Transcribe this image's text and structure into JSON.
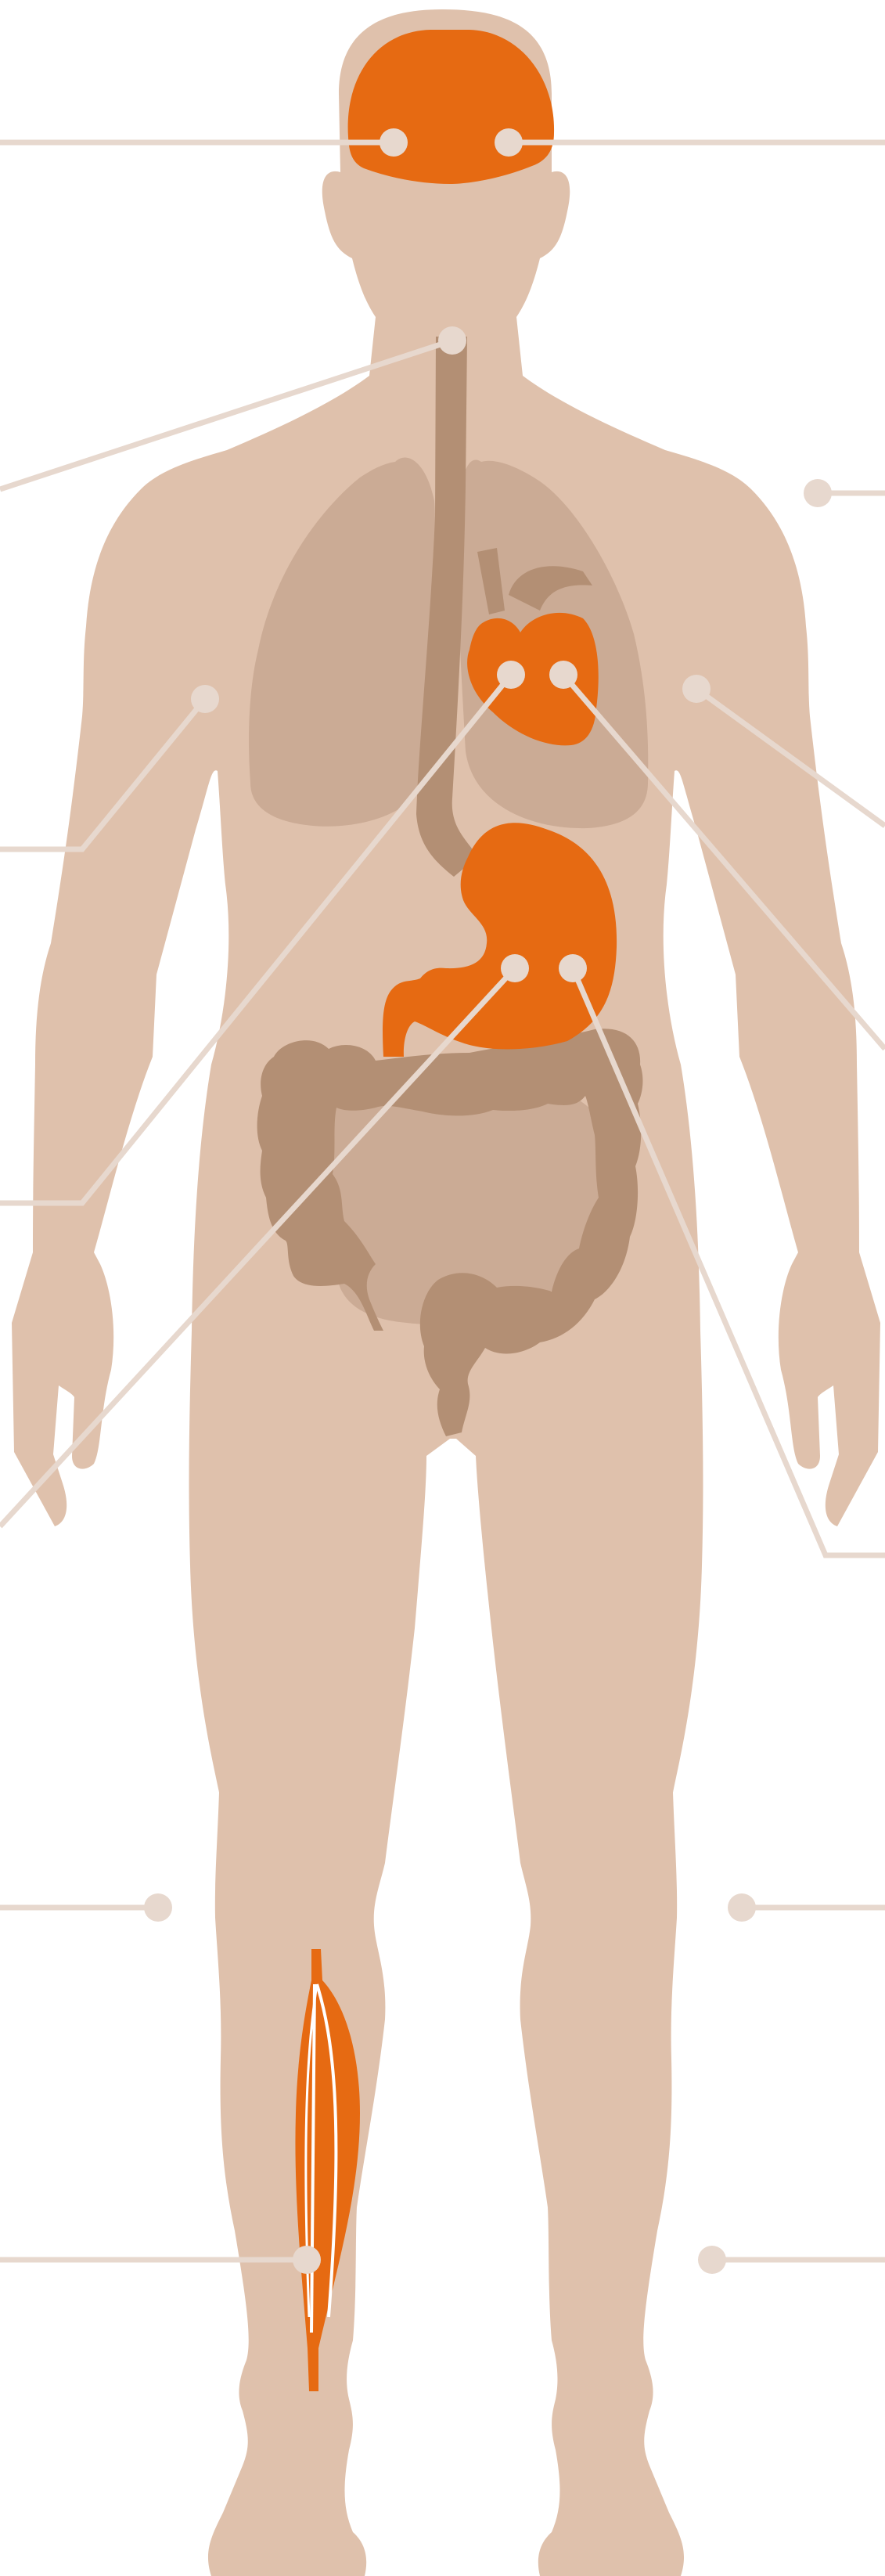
{
  "diagram": {
    "type": "anatomical-body-diagram",
    "view": "front",
    "colors": {
      "skin": "#dfc1ac",
      "lungs": "#cbab95",
      "intestine_bg": "#cbab95",
      "digestive_tract": "#b38f74",
      "highlight": "#e66a12",
      "leader_line": "#e7d8ce",
      "marker": "#e7d8ce",
      "background": "#ffffff"
    },
    "highlighted_organs": [
      "brain",
      "heart",
      "stomach",
      "calf-muscle"
    ],
    "shaded_organs": [
      "lungs",
      "esophagus",
      "trachea",
      "large-intestine",
      "small-intestine"
    ],
    "callout_markers": [
      {
        "id": "brain-left",
        "side": "left",
        "target": "brain"
      },
      {
        "id": "brain-right",
        "side": "right",
        "target": "brain"
      },
      {
        "id": "throat",
        "side": "left",
        "target": "esophagus"
      },
      {
        "id": "shoulder-right",
        "side": "right",
        "target": "shoulder"
      },
      {
        "id": "chest-left",
        "side": "left",
        "target": "chest"
      },
      {
        "id": "chest-right",
        "side": "right",
        "target": "chest"
      },
      {
        "id": "heart-left",
        "side": "left",
        "target": "heart"
      },
      {
        "id": "heart-right",
        "side": "right",
        "target": "heart"
      },
      {
        "id": "stomach-left",
        "side": "left",
        "target": "stomach"
      },
      {
        "id": "stomach-right",
        "side": "right",
        "target": "stomach"
      },
      {
        "id": "thigh-left",
        "side": "left",
        "target": "thigh"
      },
      {
        "id": "thigh-right",
        "side": "right",
        "target": "thigh"
      },
      {
        "id": "calf-left",
        "side": "left",
        "target": "calf-muscle"
      },
      {
        "id": "calf-right",
        "side": "right",
        "target": "calf"
      }
    ]
  }
}
